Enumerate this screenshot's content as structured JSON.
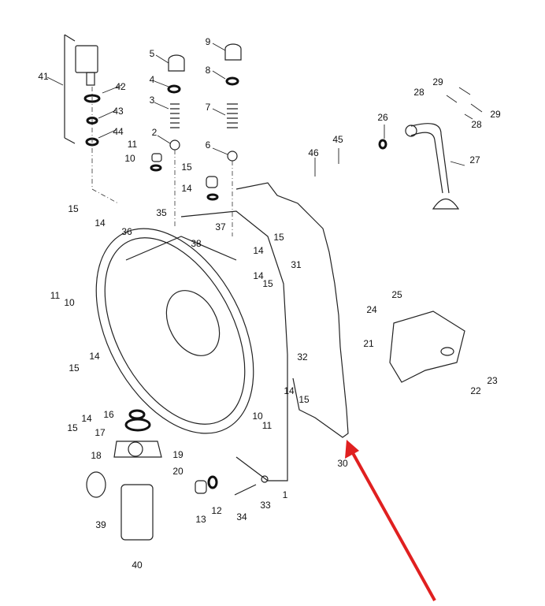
{
  "figure": {
    "kind": "exploded parts diagram - transmission housing cover",
    "callouts": [
      {
        "id": "c41",
        "text": "41"
      },
      {
        "id": "c42",
        "text": "42"
      },
      {
        "id": "c43",
        "text": "43"
      },
      {
        "id": "c44",
        "text": "44"
      },
      {
        "id": "c5",
        "text": "5"
      },
      {
        "id": "c4",
        "text": "4"
      },
      {
        "id": "c3",
        "text": "3"
      },
      {
        "id": "c2",
        "text": "2"
      },
      {
        "id": "c9",
        "text": "9"
      },
      {
        "id": "c8",
        "text": "8"
      },
      {
        "id": "c7",
        "text": "7"
      },
      {
        "id": "c6",
        "text": "6"
      },
      {
        "id": "c11a",
        "text": "11"
      },
      {
        "id": "c10a",
        "text": "10"
      },
      {
        "id": "c15a",
        "text": "15"
      },
      {
        "id": "c14a",
        "text": "14"
      },
      {
        "id": "c46",
        "text": "46"
      },
      {
        "id": "c45",
        "text": "45"
      },
      {
        "id": "c26",
        "text": "26"
      },
      {
        "id": "c27",
        "text": "27"
      },
      {
        "id": "c28a",
        "text": "28"
      },
      {
        "id": "c29a",
        "text": "29"
      },
      {
        "id": "c28b",
        "text": "28"
      },
      {
        "id": "c29b",
        "text": "29"
      },
      {
        "id": "c15b",
        "text": "15"
      },
      {
        "id": "c14b",
        "text": "14"
      },
      {
        "id": "c35",
        "text": "35"
      },
      {
        "id": "c36",
        "text": "36"
      },
      {
        "id": "c37",
        "text": "37"
      },
      {
        "id": "c38",
        "text": "38"
      },
      {
        "id": "c15c",
        "text": "15"
      },
      {
        "id": "c14c",
        "text": "14"
      },
      {
        "id": "c11b",
        "text": "11"
      },
      {
        "id": "c10b",
        "text": "10"
      },
      {
        "id": "c14d",
        "text": "14"
      },
      {
        "id": "c15d",
        "text": "15"
      },
      {
        "id": "c14e",
        "text": "14"
      },
      {
        "id": "c15e",
        "text": "15"
      },
      {
        "id": "c14f",
        "text": "14"
      },
      {
        "id": "c15f",
        "text": "15"
      },
      {
        "id": "c31",
        "text": "31"
      },
      {
        "id": "c32",
        "text": "32"
      },
      {
        "id": "c14g",
        "text": "14"
      },
      {
        "id": "c15g",
        "text": "15"
      },
      {
        "id": "c10c",
        "text": "10"
      },
      {
        "id": "c11c",
        "text": "11"
      },
      {
        "id": "c16",
        "text": "16"
      },
      {
        "id": "c17",
        "text": "17"
      },
      {
        "id": "c18",
        "text": "18"
      },
      {
        "id": "c19",
        "text": "19"
      },
      {
        "id": "c20",
        "text": "20"
      },
      {
        "id": "c39",
        "text": "39"
      },
      {
        "id": "c40",
        "text": "40"
      },
      {
        "id": "c13",
        "text": "13"
      },
      {
        "id": "c12",
        "text": "12"
      },
      {
        "id": "c34",
        "text": "34"
      },
      {
        "id": "c33",
        "text": "33"
      },
      {
        "id": "c1",
        "text": "1"
      },
      {
        "id": "c30",
        "text": "30"
      },
      {
        "id": "c25",
        "text": "25"
      },
      {
        "id": "c24",
        "text": "24"
      },
      {
        "id": "c21",
        "text": "21"
      },
      {
        "id": "c23",
        "text": "23"
      },
      {
        "id": "c22",
        "text": "22"
      }
    ],
    "highlight_arrow": {
      "color": "#e02020",
      "points_to": "30"
    }
  }
}
